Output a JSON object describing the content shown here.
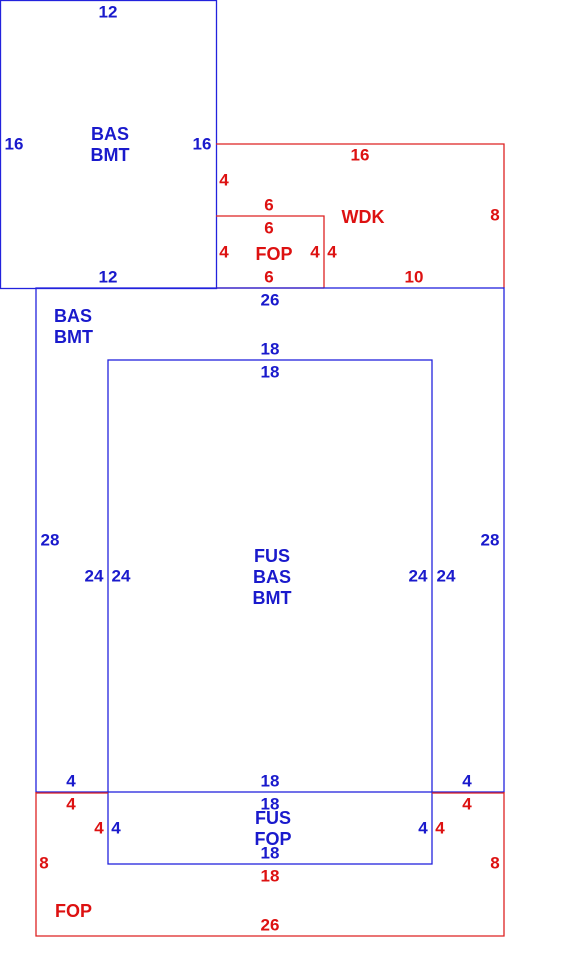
{
  "colors": {
    "blue": "#1a1acc",
    "red": "#dd1111"
  },
  "areas": [
    {
      "id": "bas-bmt-upper",
      "color": "blue",
      "label": [
        "BAS",
        "BMT"
      ],
      "dims": [
        "12",
        "16",
        "16",
        "12"
      ]
    },
    {
      "id": "wdk",
      "color": "red",
      "label": [
        "WDK"
      ],
      "dims": [
        "16",
        "8",
        "10",
        "4",
        "4"
      ]
    },
    {
      "id": "fop-upper",
      "color": "red",
      "label": [
        "FOP"
      ],
      "dims": [
        "6",
        "6",
        "4",
        "4",
        "6"
      ]
    },
    {
      "id": "bas-bmt-main",
      "color": "blue",
      "label": [
        "BAS",
        "BMT"
      ],
      "dims": [
        "26",
        "28",
        "28",
        "4",
        "4"
      ]
    },
    {
      "id": "fus-bas-bmt",
      "color": "blue",
      "label": [
        "FUS",
        "BAS",
        "BMT"
      ],
      "dims": [
        "18",
        "18",
        "24",
        "24",
        "24",
        "24",
        "18"
      ]
    },
    {
      "id": "fus-fop",
      "color": "blue",
      "label": [
        "FUS",
        "FOP"
      ],
      "dims": [
        "18",
        "4",
        "4",
        "18"
      ]
    },
    {
      "id": "fop-lower",
      "color": "red",
      "label": [
        "FOP"
      ],
      "dims": [
        "4",
        "4",
        "4",
        "4",
        "8",
        "8",
        "18",
        "26"
      ]
    }
  ]
}
